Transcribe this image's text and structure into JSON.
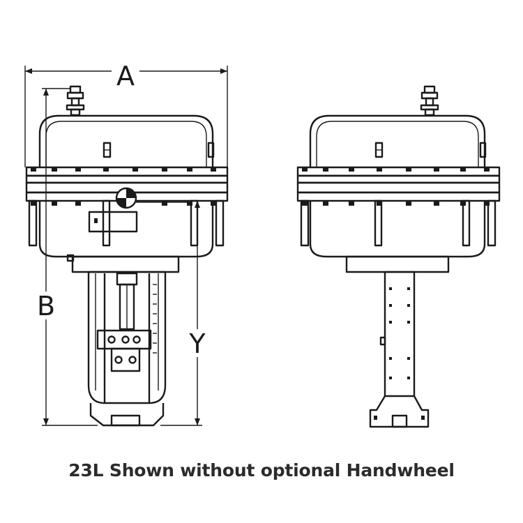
{
  "dimension_labels": {
    "a": "A",
    "b": "B",
    "y": "Y"
  },
  "caption": "23L Shown without optional Handwheel"
}
